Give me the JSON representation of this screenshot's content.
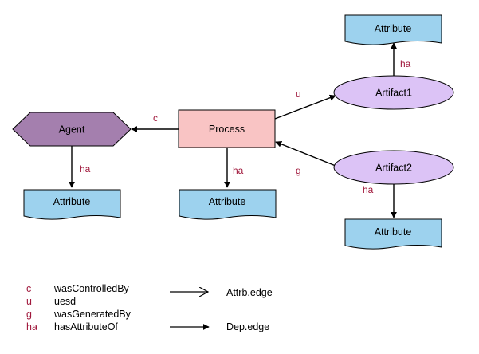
{
  "colors": {
    "edge_label": "#a0183c",
    "attribute_fill": "#9dd2ee",
    "agent_fill": "#a47fae",
    "process_fill": "#f9c4c4",
    "artifact_fill": "#dcc3f6",
    "line": "#000000"
  },
  "nodes": {
    "agent": "Agent",
    "process": "Process",
    "artifact1": "Artifact1",
    "artifact2": "Artifact2",
    "attribute_agent": "Attribute",
    "attribute_process": "Attribute",
    "attribute_artifact1": "Attribute",
    "attribute_artifact2": "Attribute"
  },
  "edge_labels": {
    "process_agent": "c",
    "process_artifact1": "u",
    "artifact2_process": "g",
    "agent_attribute": "ha",
    "process_attribute": "ha",
    "artifact1_attribute": "ha",
    "artifact2_attribute": "ha"
  },
  "legend": {
    "items": [
      {
        "code": "c",
        "text": "wasControlledBy"
      },
      {
        "code": "u",
        "text": "uesd"
      },
      {
        "code": "g",
        "text": "wasGeneratedBy"
      },
      {
        "code": "ha",
        "text": "hasAttributeOf"
      }
    ],
    "attr_edge_label": "Attrb.edge",
    "dep_edge_label": "Dep.edge"
  }
}
